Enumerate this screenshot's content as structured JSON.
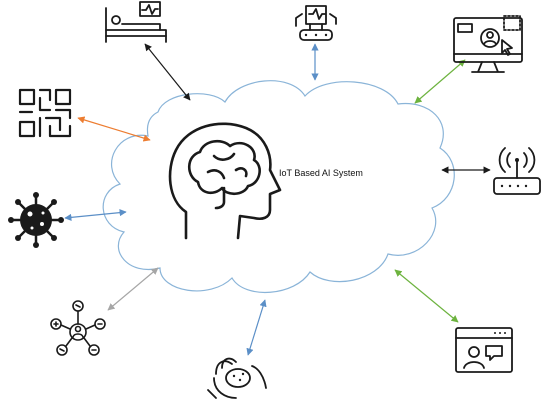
{
  "system": {
    "label": "IoT  Based AI System"
  },
  "colors": {
    "cloud": "#8ab4d8",
    "black": "#1a1a1a",
    "blue": "#5b8fc7",
    "green": "#6db33f",
    "orange": "#ed7d31",
    "gray": "#a6a6a6"
  },
  "nodes": [
    {
      "icon": "hospital-bed-patient-icon",
      "connector": "black"
    },
    {
      "icon": "medical-robot-icon",
      "connector": "blue"
    },
    {
      "icon": "telemedicine-monitor-icon",
      "connector": "green"
    },
    {
      "icon": "wifi-router-icon",
      "connector": "black"
    },
    {
      "icon": "video-consultation-window-icon",
      "connector": "green"
    },
    {
      "icon": "hand-holding-pill-icon",
      "connector": "blue"
    },
    {
      "icon": "healthcare-network-icon",
      "connector": "gray"
    },
    {
      "icon": "virus-icon",
      "connector": "blue"
    },
    {
      "icon": "qr-code-icon",
      "connector": "orange"
    }
  ]
}
